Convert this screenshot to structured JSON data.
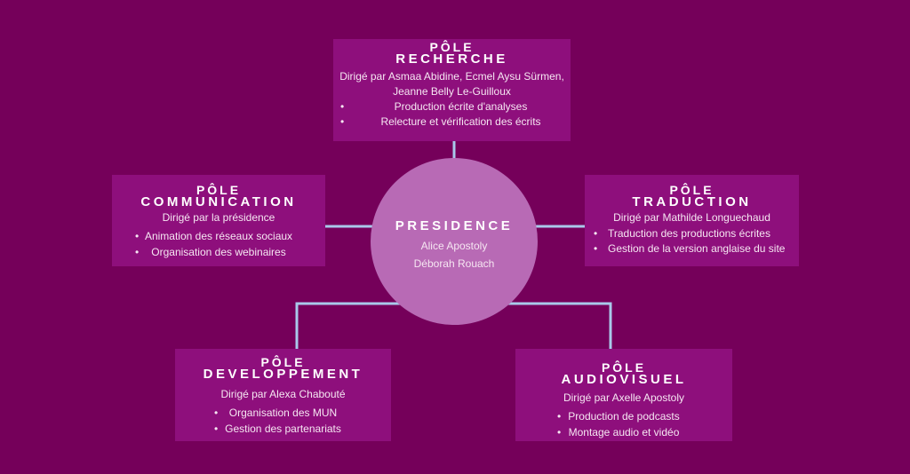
{
  "colors": {
    "background": "#75005a",
    "box": "#8e0f7c",
    "circle": "#b86ab5",
    "connector": "#a9c9ea"
  },
  "center": {
    "title": "PRESIDENCE",
    "names": [
      "Alice Apostoly",
      "Déborah Rouach"
    ]
  },
  "poles": {
    "recherche": {
      "label": "PÔLE",
      "name": "RECHERCHE",
      "lead": "Dirigé par Asmaa Abidine, Ecmel Aysu Sürmen, Jeanne Belly Le-Guilloux",
      "items": [
        "Production écrite d'analyses",
        "Relecture et vérification des écrits"
      ]
    },
    "communication": {
      "label": "PÔLE",
      "name": "COMMUNICATION",
      "lead": "Dirigé par la présidence",
      "items": [
        "Animation des réseaux sociaux",
        "Organisation des webinaires"
      ]
    },
    "traduction": {
      "label": "PÔLE",
      "name": "TRADUCTION",
      "lead": "Dirigé par Mathilde Longuechaud",
      "items": [
        "Traduction des productions écrites",
        "Gestion de la version anglaise du site"
      ]
    },
    "developpement": {
      "label": "PÔLE",
      "name": "DEVELOPPEMENT",
      "lead": "Dirigé par Alexa Chabouté",
      "items": [
        "Organisation des MUN",
        "Gestion des partenariats"
      ]
    },
    "audiovisuel": {
      "label": "PÔLE",
      "name": "AUDIOVISUEL",
      "lead": "Dirigé par Axelle Apostoly",
      "items": [
        "Production de podcasts",
        "Montage audio et vidéo"
      ]
    }
  }
}
